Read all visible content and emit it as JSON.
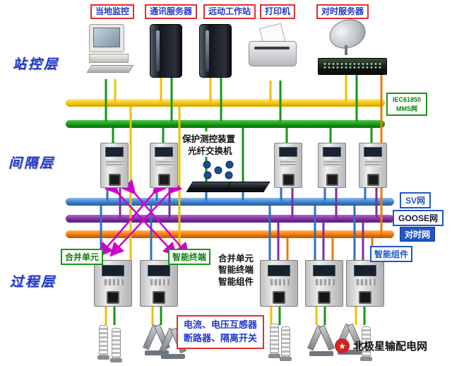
{
  "layers": {
    "station": "站控层",
    "bay": "间隔层",
    "process": "过程层"
  },
  "station": {
    "devices": [
      {
        "label": "当地监控"
      },
      {
        "label": "通讯服务器"
      },
      {
        "label": "远动工作站"
      },
      {
        "label": "打印机"
      },
      {
        "label": "对时服务器"
      }
    ]
  },
  "networks": {
    "mms_line1": "IEC61850",
    "mms_line2": "MMS网",
    "sv": "SV网",
    "goose": "GOOSE网",
    "timing": "对时网",
    "colors": {
      "mms_bus_a": "#f5c400",
      "mms_bus_b": "#169616",
      "sv_bus": "#3f7fd0",
      "goose_bus": "#7c2ea0",
      "timing_bus": "#f07800"
    }
  },
  "bay": {
    "protection_label": "保护测控装置",
    "switch_label": "光纤交换机"
  },
  "process": {
    "merging_unit": "合并单元",
    "smart_terminal": "智能终端",
    "center_lines": [
      "合并单元",
      "智能终端",
      "智能组件"
    ],
    "smart_component": "智能组件"
  },
  "primary": {
    "label_line1": "电流、电压互感器",
    "label_line2": "断路器、隔离开关"
  },
  "watermark": {
    "text": "北极星输配电网",
    "logo_color": "#d42020"
  }
}
